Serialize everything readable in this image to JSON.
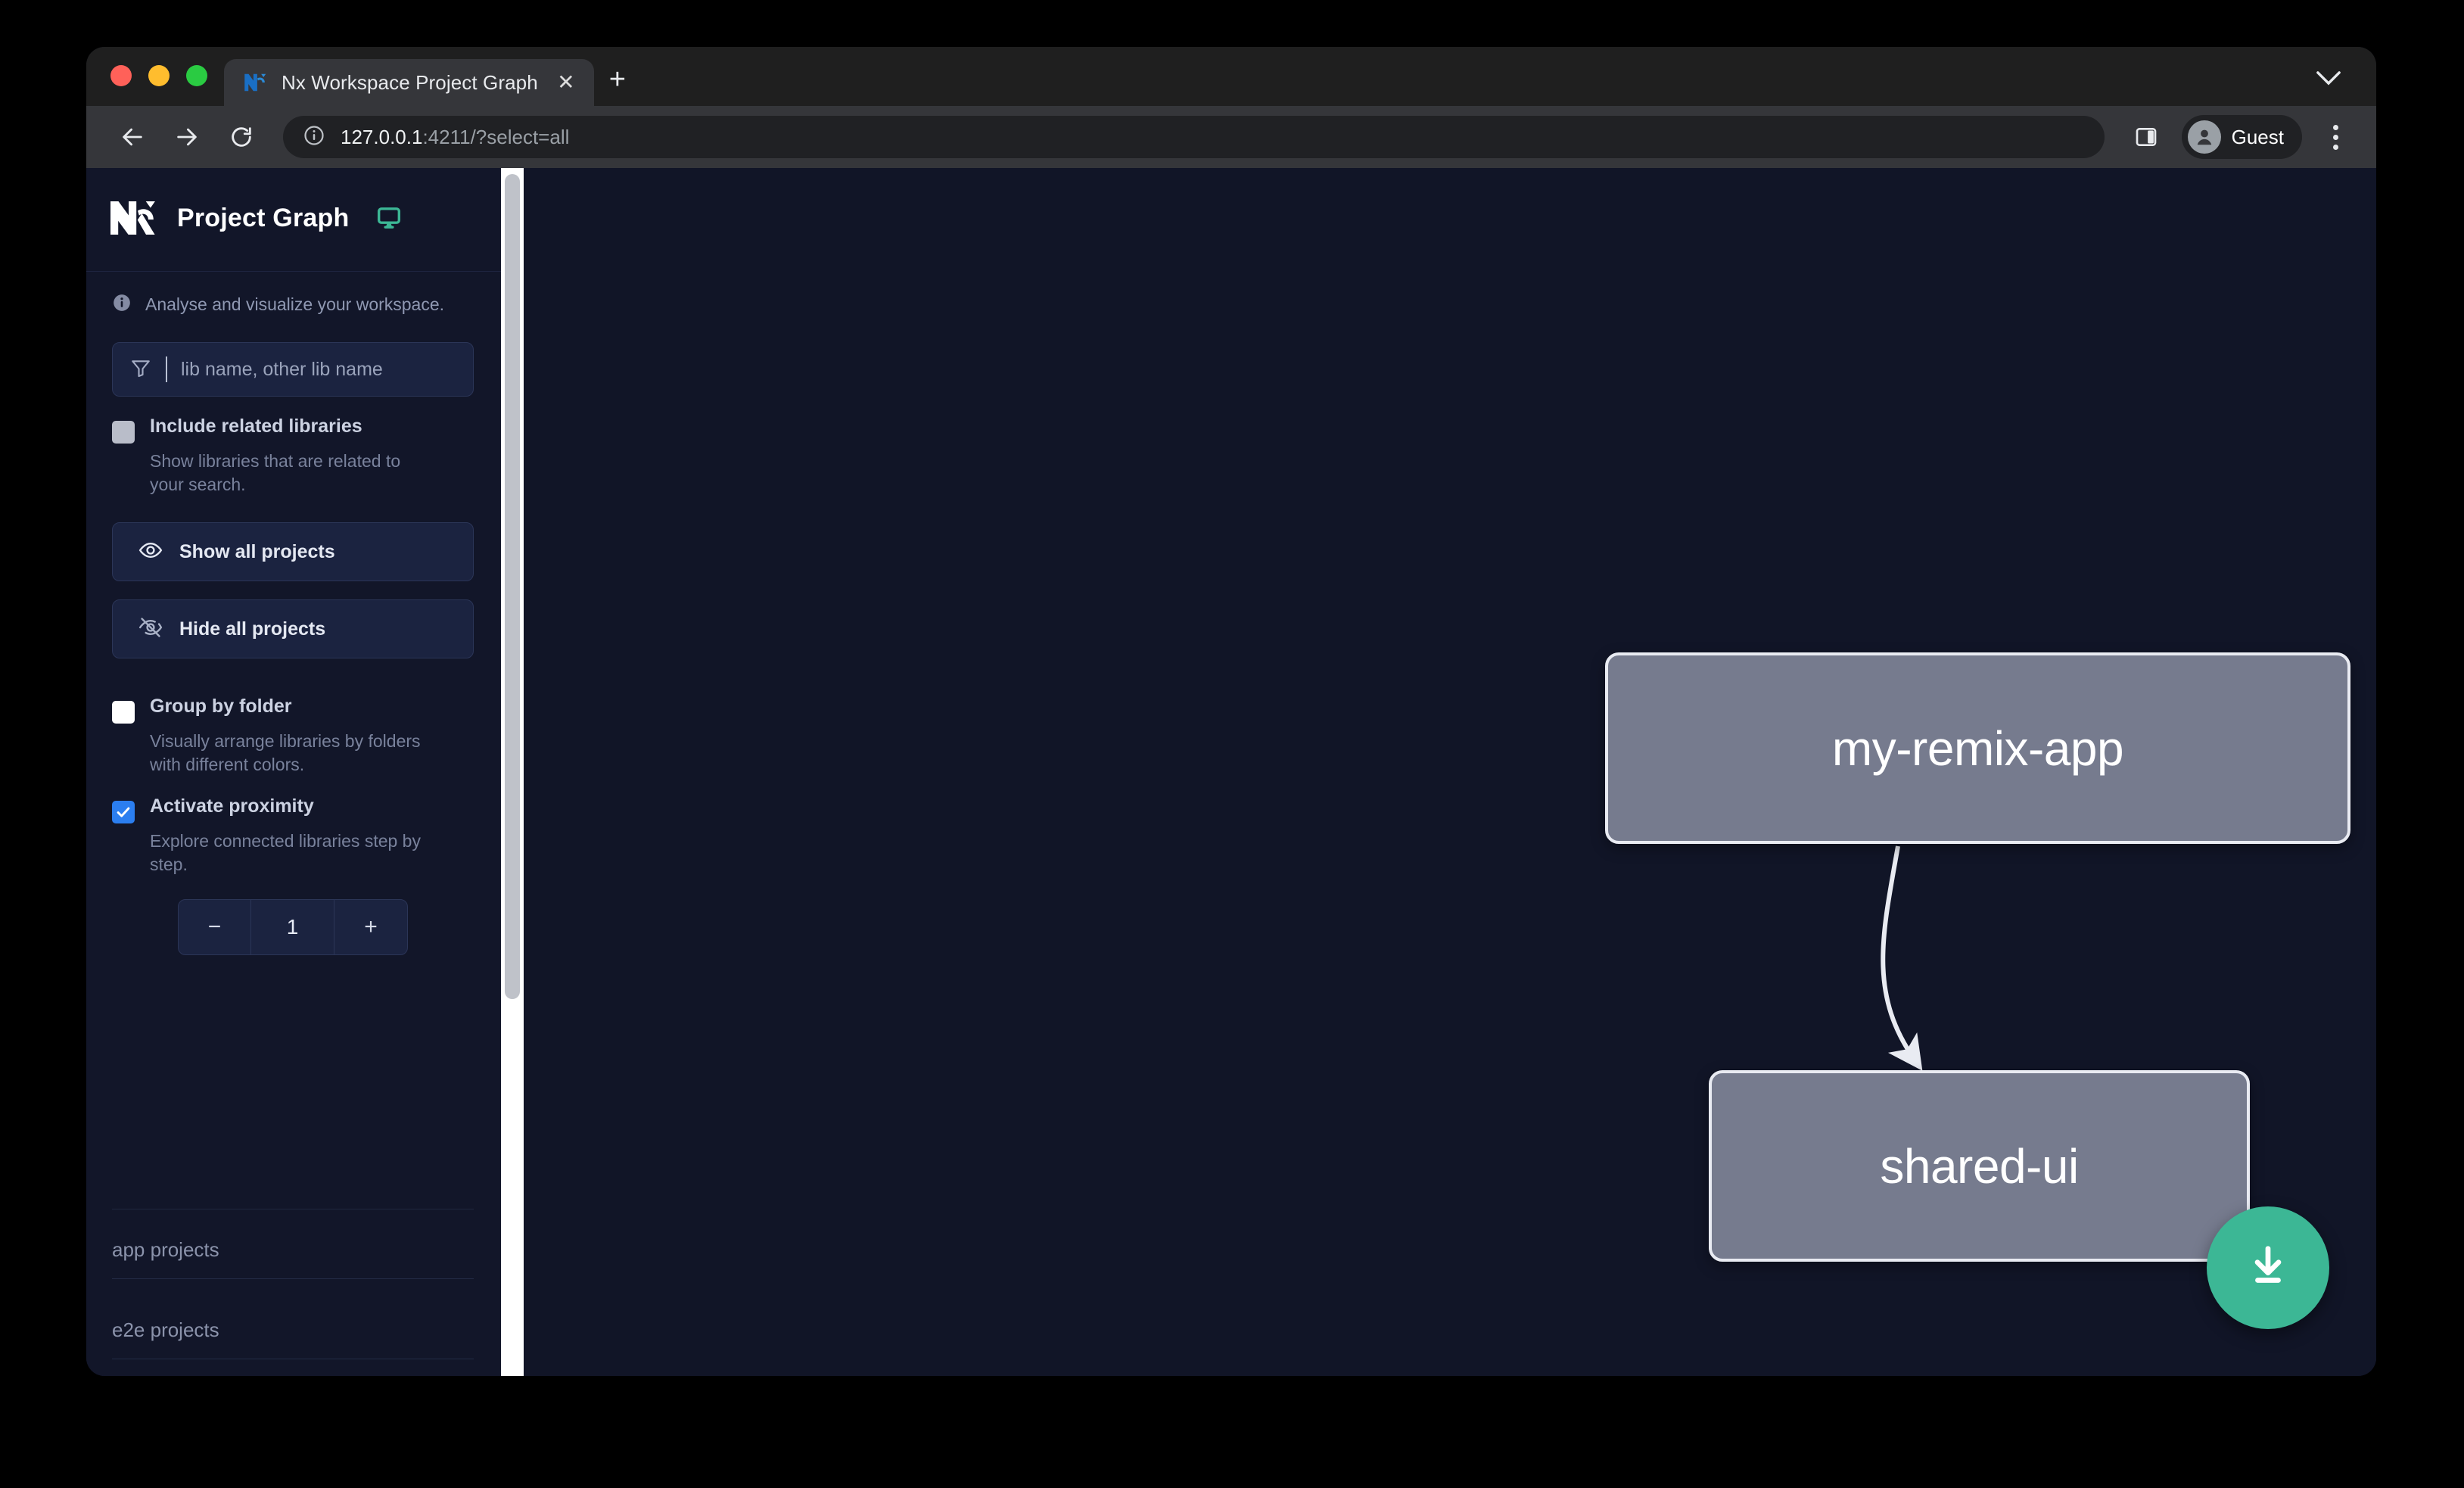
{
  "browser": {
    "tab": {
      "title": "Nx Workspace Project Graph",
      "favicon_icon": "nx-logo-icon",
      "close_icon": "close-icon"
    },
    "new_tab_icon": "plus-icon",
    "tabstrip_chevron_icon": "chevron-down-icon",
    "toolbar": {
      "back_icon": "back-arrow-icon",
      "forward_icon": "forward-arrow-icon",
      "reload_icon": "reload-icon",
      "site_info_icon": "info-circle-icon",
      "url_host": "127.0.0.1",
      "url_rest": ":4211/?select=all",
      "side_panel_icon": "side-panel-icon",
      "profile_icon": "person-avatar-icon",
      "profile_label": "Guest",
      "menu_icon": "kebab-menu-icon"
    }
  },
  "sidebar": {
    "logo_icon": "nx-logo-icon",
    "title": "Project Graph",
    "monitor_icon": "monitor-icon",
    "info": {
      "icon": "info-circle-icon",
      "text": "Analyse and visualize your workspace."
    },
    "filter": {
      "icon": "funnel-filter-icon",
      "placeholder": "lib name, other lib name"
    },
    "options": [
      {
        "id": "include-related-libraries",
        "label": "Include related libraries",
        "description": "Show libraries that are related to your search.",
        "checked": false
      },
      {
        "id": "group-by-folder",
        "label": "Group by folder",
        "description": "Visually arrange libraries by folders with different colors.",
        "checked": false
      },
      {
        "id": "activate-proximity",
        "label": "Activate proximity",
        "description": "Explore connected libraries step by step.",
        "checked": true
      }
    ],
    "buttons": [
      {
        "id": "show-all-projects",
        "label": "Show all projects",
        "icon": "eye-icon"
      },
      {
        "id": "hide-all-projects",
        "label": "Hide all projects",
        "icon": "eye-off-icon"
      }
    ],
    "stepper": {
      "decrement_label": "−",
      "value": "1",
      "increment_label": "+"
    },
    "project_groups": [
      {
        "id": "app-projects",
        "title": "app projects"
      },
      {
        "id": "e2e-projects",
        "title": "e2e projects"
      }
    ]
  },
  "graph": {
    "nodes": [
      {
        "id": "my-remix-app",
        "label": "my-remix-app"
      },
      {
        "id": "shared-ui",
        "label": "shared-ui"
      }
    ],
    "edges": [
      {
        "from": "my-remix-app",
        "to": "shared-ui"
      }
    ],
    "download_button": {
      "icon": "download-icon",
      "color": "#3cb795"
    }
  },
  "colors": {
    "canvas_background": "#111527",
    "sidebar_background": "#121629",
    "node_fill": "#767b8e",
    "node_border": "#e9ebf2",
    "accent_teal": "#3cb795",
    "checkbox_checked": "#2b7ef0"
  }
}
